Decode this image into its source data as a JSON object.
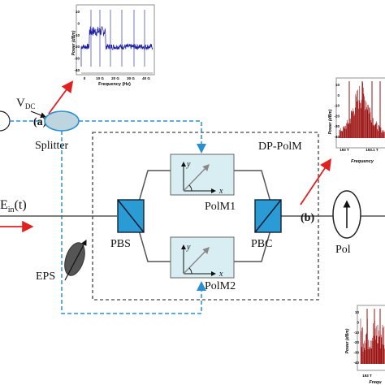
{
  "diagram": {
    "label_vdc": "V",
    "label_vdc_sub": "DC",
    "label_splitter": "Splitter",
    "label_dppolm": "DP-PolM",
    "label_ein": "E",
    "label_ein_sub": "in",
    "label_ein_arg": "(t)",
    "label_pbs": "PBS",
    "label_pbc": "PBC",
    "label_polm1": "PolM1",
    "label_polm2": "PolM2",
    "label_eps": "EPS",
    "label_pol": "Pol",
    "marker_a": "(a)",
    "marker_b": "(b)",
    "axis_x": "x",
    "axis_y": "y"
  },
  "inset_a": {
    "ylabel": "Power (dBm)",
    "xlabel": "Frequency (Hz)",
    "yticks": [
      "10",
      "0",
      "-10",
      "-20",
      "-30",
      "-40"
    ],
    "xticks": [
      "0",
      "10 G",
      "20 G",
      "30 G",
      "40 G"
    ]
  },
  "inset_b": {
    "ylabel": "Power (dBm)",
    "xlabel": "Frequency",
    "yticks": [
      "10",
      "0",
      "-10",
      "-20",
      "-30",
      "-40"
    ],
    "xticks": [
      "193 T",
      "193.1 T"
    ]
  },
  "inset_c": {
    "ylabel": "Power (dBm)",
    "xlabel": "Frequ",
    "yticks": [
      "10",
      "0",
      "-10",
      "-20",
      "-30",
      "-40"
    ],
    "xticks": [
      "193 T"
    ]
  },
  "colors": {
    "accent_red": "#e2201f",
    "dashed_blue": "#2a8fd0",
    "modulator_fill": "#d9eef2",
    "pbs_fill": "#2b9bd6",
    "spectrum_blue": "#1a1aa0",
    "spectrum_red": "#9b1010"
  }
}
